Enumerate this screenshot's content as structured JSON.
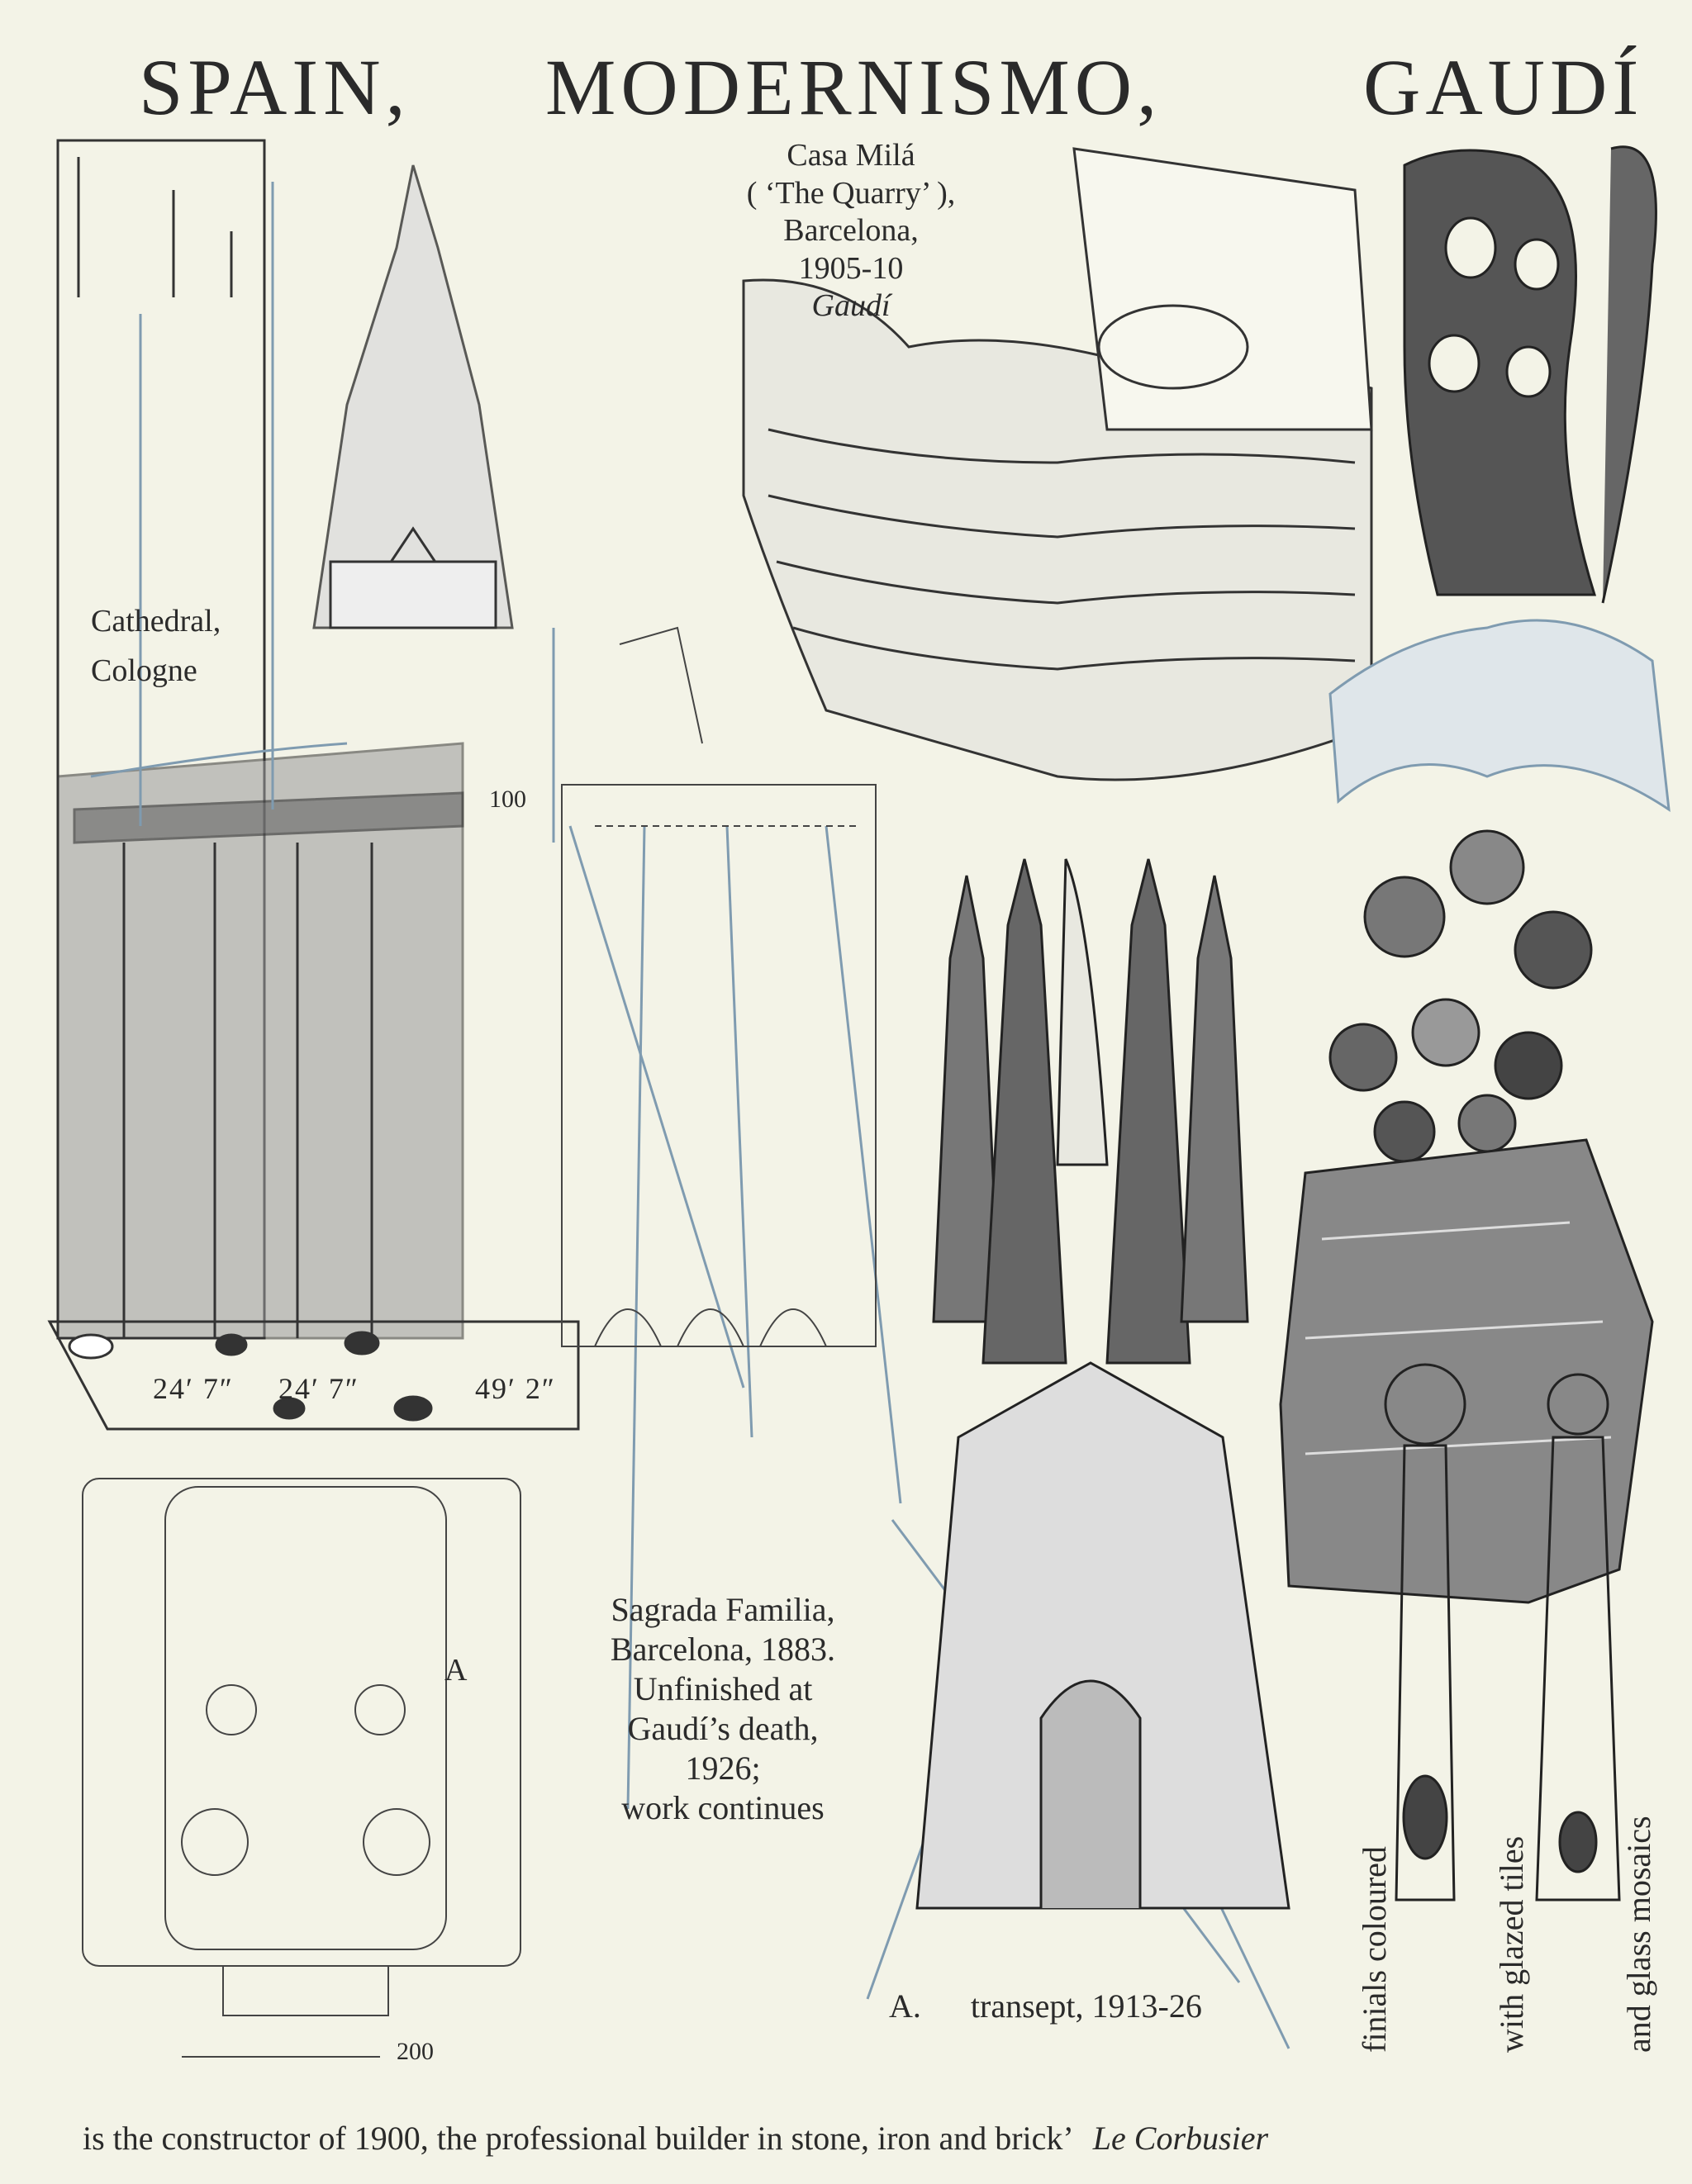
{
  "title": {
    "part1": "SPAIN,",
    "part2": "MODERNISMO,",
    "part3": "GAUDÍ"
  },
  "casa_mila": {
    "line1": "Casa Milá",
    "line2": "( ‘The Quarry’ ),",
    "line3": "Barcelona,",
    "line4": "1905-10",
    "architect": "Gaudí"
  },
  "cologne": {
    "line1": "Cathedral,",
    "line2": "Cologne"
  },
  "scale_100": "100",
  "scale_200": "200",
  "dimensions": {
    "d1": "24′ 7″",
    "d2": "24′ 7″",
    "d3": "49′ 2″"
  },
  "plan_marker": "A",
  "sagrada": {
    "line1": "Sagrada Familia,",
    "line2": "Barcelona, 1883.",
    "line3": "Unfinished at",
    "line4": "Gaudí’s death,",
    "line5": "1926;",
    "line6": "work continues"
  },
  "transept": {
    "marker": "A.",
    "text": "transept, 1913-26"
  },
  "finials": {
    "line1": "finials coloured",
    "line2": "with glazed tiles",
    "line3": "and glass mosaics"
  },
  "quote": {
    "text": "is the constructor of 1900, the professional builder in stone, iron and brick’",
    "author": "Le Corbusier"
  },
  "colors": {
    "paper": "#f3f3e7",
    "ink": "#2a2a2a",
    "accent_blue": "#7f9bb0"
  }
}
